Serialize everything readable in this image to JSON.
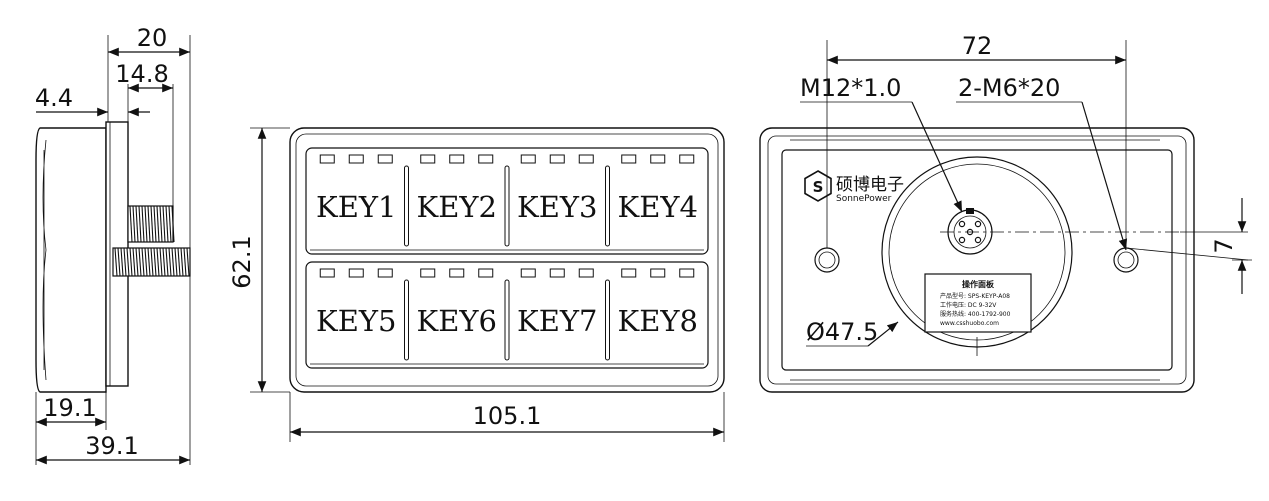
{
  "side_view": {
    "dim_total_top": "20",
    "dim_thread_top": "14.8",
    "dim_flange": "4.4",
    "dim_body": "19.1",
    "dim_total": "39.1"
  },
  "front_view": {
    "height": "62.1",
    "width": "105.1",
    "keys_top": [
      "KEY1",
      "KEY2",
      "KEY3",
      "KEY4"
    ],
    "keys_bottom": [
      "KEY5",
      "KEY6",
      "KEY7",
      "KEY8"
    ]
  },
  "back_view": {
    "width": "72",
    "connector": "M12*1.0",
    "holes": "2-M6*20",
    "offset": "7",
    "diameter": "Ø47.5",
    "logo_cn": "硕博电子",
    "logo_en": "SonnePower",
    "label_title": "操作面板",
    "label_lines": [
      "产品型号: SPS-KEYP-A08",
      "工作电压: DC 9-32V",
      "服务热线: 400-1792-900",
      "www.csshuobo.com"
    ]
  }
}
